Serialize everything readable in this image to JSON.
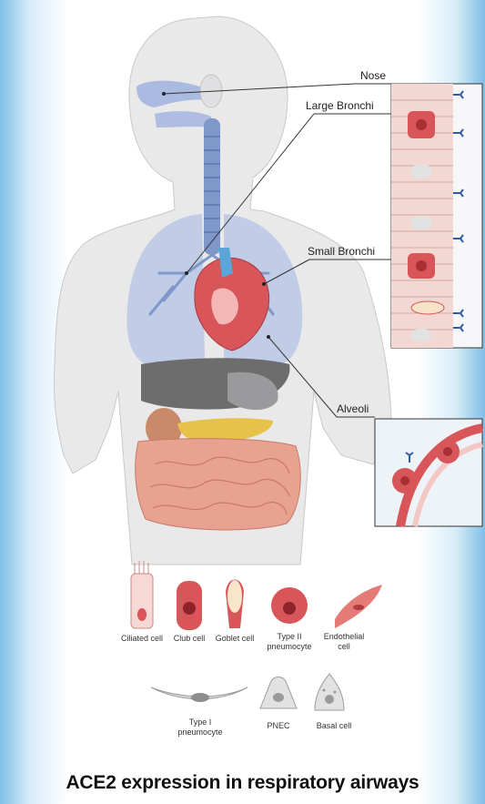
{
  "labels": {
    "nose": "Nose",
    "large_bronchi": "Large Bronchi",
    "small_bronchi": "Small Bronchi",
    "alveoli": "Alveoli"
  },
  "legend": {
    "ciliated": "Ciliated cell",
    "club": "Club cell",
    "goblet": "Goblet cell",
    "type2": "Type II\npneumocyte",
    "endothelial": "Endothelial\ncell",
    "type1": "Type I\npneumocyte",
    "pnec": "PNEC",
    "basal": "Basal cell"
  },
  "title": "ACE2 expression in respiratory airways",
  "colors": {
    "body": "#e8e8e8",
    "lung": "#bcc9e6",
    "airway": "#7f97c9",
    "heart": "#d8555a",
    "liver": "#6d6d6d",
    "intestine": "#e8a291",
    "receptor": "#2e5aa8"
  }
}
